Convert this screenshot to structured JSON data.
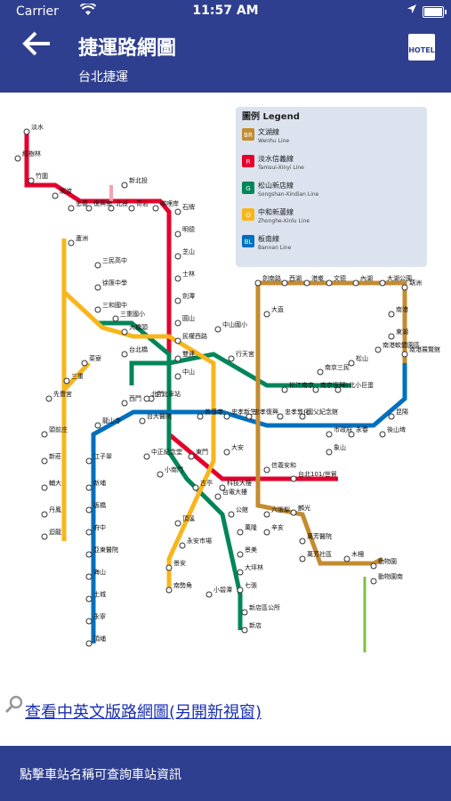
{
  "status": {
    "carrier": "Carrier",
    "time": "11:57 AM"
  },
  "header": {
    "title": "捷運路網圖",
    "subtitle": "台北捷運",
    "hotel_label": "HOTEL"
  },
  "map": {
    "legend_title": "圖例 Legend",
    "legend": [
      {
        "code": "BR",
        "name": "文湖線",
        "en": "Wenhu Line",
        "color": "#c48c31"
      },
      {
        "code": "R",
        "name": "淡水信義線",
        "en": "Tamsui-Xinyi Line",
        "color": "#e3002c"
      },
      {
        "code": "G",
        "name": "松山新店線",
        "en": "Songshan-Xindian Line",
        "color": "#008659"
      },
      {
        "code": "O",
        "name": "中和新蘆線",
        "en": "Zhonghe-Xinlu Line",
        "color": "#f8b61c"
      },
      {
        "code": "BL",
        "name": "板南線",
        "en": "Bannan Line",
        "color": "#0070bd"
      }
    ],
    "stations": [
      "淡水",
      "紅樹林",
      "竹圍",
      "關渡",
      "忠義",
      "復興崗",
      "北投",
      "奇岩",
      "唭哩岸",
      "石牌",
      "明德",
      "芝山",
      "士林",
      "劍潭",
      "圓山",
      "民權西路",
      "雙連",
      "中山",
      "台北車站",
      "台大醫院",
      "中正紀念堂",
      "東門",
      "大安",
      "科技大樓",
      "六張犁",
      "麟光",
      "辛亥",
      "萬芳醫院",
      "萬芳社區",
      "木柵",
      "動物園",
      "動物園南",
      "信義安和",
      "台北101/世貿",
      "象山",
      "南港展覽館",
      "南港",
      "昆陽",
      "後山埤",
      "永春",
      "市政府",
      "國父紀念館",
      "忠孝敦化",
      "忠孝復興",
      "忠孝新生",
      "善導寺",
      "西門",
      "龍山寺",
      "江子翠",
      "新埔",
      "板橋",
      "府中",
      "亞東醫院",
      "海山",
      "土城",
      "永寧",
      "頂埔",
      "蘆洲",
      "三民高中",
      "徐匯中學",
      "三和國中",
      "三重國小",
      "大橋頭",
      "台北橋",
      "菜寮",
      "三重",
      "先嗇宮",
      "頭前庄",
      "新莊",
      "輔大",
      "丹鳳",
      "迴龍",
      "小南門",
      "古亭",
      "頂溪",
      "永安市場",
      "景安",
      "南勢角",
      "台電大樓",
      "公館",
      "萬隆",
      "景美",
      "大坪林",
      "七張",
      "新店區公所",
      "新店",
      "小碧潭",
      "松山",
      "南京三民",
      "台北小巨蛋",
      "南京復興",
      "松江南京",
      "中山國小",
      "行天宮",
      "大直",
      "劍南路",
      "西湖",
      "港墘",
      "文德",
      "內湖",
      "大湖公園",
      "葫洲",
      "東湖",
      "南港軟體園區",
      "新北投",
      "北門"
    ]
  },
  "link_text": "查看中英文版路網圖(另開新視窗)",
  "footer_text": "點擊車站名稱可查詢車站資訊",
  "colors": {
    "header_bg": "#2f3f8f",
    "red": "#e3002c",
    "green": "#008659",
    "orange": "#f8b61c",
    "blue": "#0070bd",
    "brown": "#c48c31",
    "link": "#1a2fb0"
  }
}
